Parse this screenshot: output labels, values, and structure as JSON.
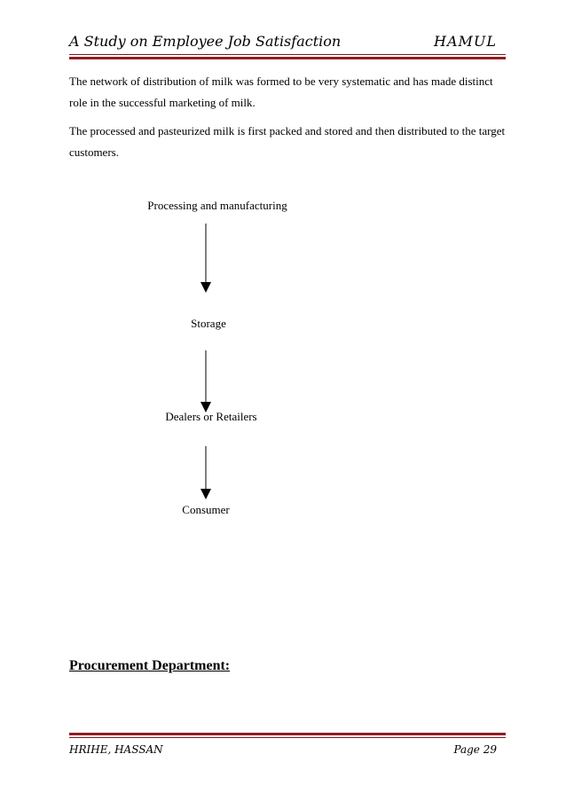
{
  "header": {
    "title": "A Study on Employee Job Satisfaction",
    "organization": "HAMUL"
  },
  "body": {
    "paragraphs": [
      "The network of distribution of milk was formed to be very systematic and has made distinct role in the successful marketing of milk.",
      "The processed and pasteurized milk is first packed and stored and then distributed to the target customers."
    ]
  },
  "flow": {
    "steps": [
      "Processing and manufacturing",
      "Storage",
      "Dealers or Retailers",
      "Consumer"
    ]
  },
  "section": {
    "heading": "Procurement Department:"
  },
  "footer": {
    "author": "HRIHE, HASSAN",
    "page": "Page 29"
  },
  "colors": {
    "rule": "#8f1d23"
  }
}
